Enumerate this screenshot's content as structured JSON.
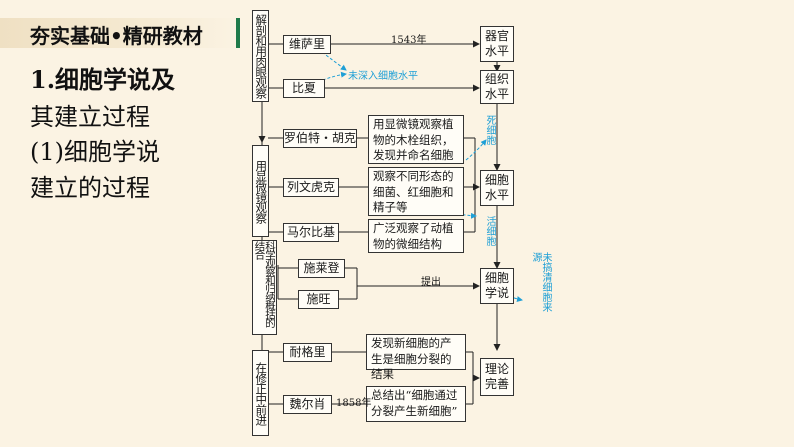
{
  "header": {
    "title": "夯实基础•精研教材"
  },
  "left": {
    "line1": "1.细胞学说及",
    "line2": "其建立过程",
    "line3": "(1)细胞学说",
    "line4": "建立的过程"
  },
  "stages": {
    "s1": "解剖和用肉眼观察",
    "s2": "用显微镜观察",
    "s3": "科学观察和归纳概括的结合",
    "s4": "在修正中前进"
  },
  "people": {
    "vesalius": "维萨里",
    "bichat": "比夏",
    "hooke": "罗伯特・胡克",
    "leeuwenhoek": "列文虎克",
    "malpighi": "马尔比基",
    "schleiden": "施莱登",
    "schwann": "施旺",
    "naegeli": "耐格里",
    "virchow": "魏尔肖"
  },
  "levels": {
    "organ": "器官水平",
    "tissue": "组织水平",
    "cell": "细胞水平",
    "theory": "细胞学说",
    "perfect": "理论完善"
  },
  "descriptions": {
    "hooke": "用显微镜观察植物的木栓组织，发现并命名细胞",
    "leeuwenhoek": "观察不同形态的细菌、红细胞和精子等",
    "malpighi": "广泛观察了动植物的微细结构",
    "naegeli": "发现新细胞的产生是细胞分裂的结果",
    "virchow": "总结出“细胞通过分裂产生新细胞”"
  },
  "labels": {
    "year1543": "1543年",
    "year1858": "1858年",
    "proposed": "提出"
  },
  "annotations": {
    "not_cell": "未深入细胞水平",
    "dead": "死细胞",
    "living": "活细胞",
    "unclear": "未搞清细胞来源"
  },
  "colors": {
    "accent": "#1f7a4a",
    "note": "#1e9fd6"
  }
}
